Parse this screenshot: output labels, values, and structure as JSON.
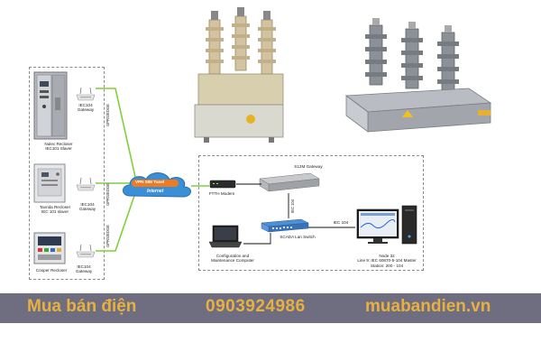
{
  "field_devices": [
    {
      "name": "Nulec Recloser\nIEC101 Slaver",
      "gateway": "IEC104\nGateway"
    },
    {
      "name": "Tavrida Recloser\nIEC 101 slaver",
      "gateway": "IEC104\nGateway"
    },
    {
      "name": "Cooper Recloser",
      "gateway": "IEC104\nGateway"
    }
  ],
  "link_labels": [
    "GPRS/EDGE",
    "GPRS/EDGE",
    "GPRS/EDGE"
  ],
  "cloud": {
    "vpn": "VPN SIM Tunel",
    "internet": "Internet"
  },
  "control_center": {
    "ftth_modem": "FTTH Modem",
    "s2m_gateway": "S12M Gateway",
    "iec104_vertical": "IEC 104",
    "scada_switch": "SCADA Lan Switch",
    "iec104_link": "IEC 104",
    "config_computer": "Configuration and\nMaintenance Computer",
    "node_label": "Node 32\nLine 9: IEC 60870-5-104 Master\nStation: 200 - 104"
  },
  "banner": {
    "brand": "Mua bán điện",
    "phone": "0903924986",
    "website": "muabandien.vn"
  },
  "colors": {
    "banner_bg": "#6e6e80",
    "banner_text": "#e8b040",
    "link_green": "#7fcf3a",
    "cloud_blue": "#3a8fd6",
    "vpn_orange": "#f07a20"
  }
}
